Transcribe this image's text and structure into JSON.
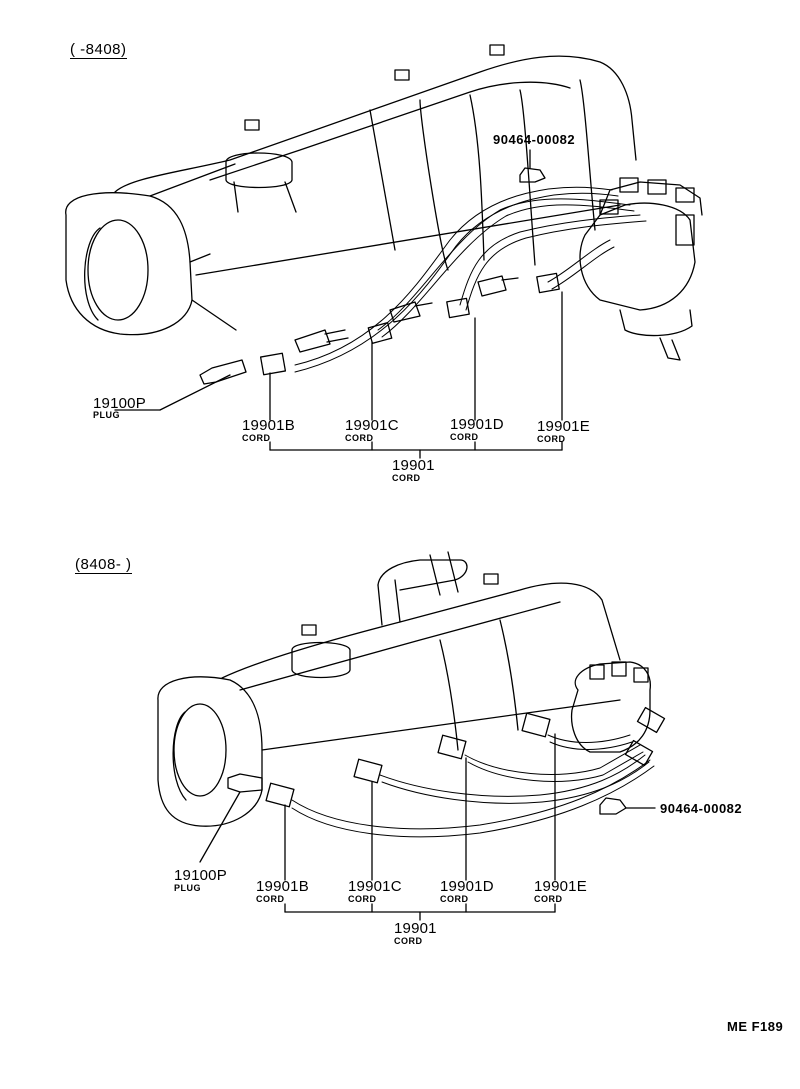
{
  "top": {
    "range_label": "(        -8408)",
    "clamp_part": "90464-00082",
    "plug_part": "19100P",
    "plug_desc": "PLUG",
    "cords": [
      {
        "part": "19901B",
        "desc": "CORD"
      },
      {
        "part": "19901C",
        "desc": "CORD"
      },
      {
        "part": "19901D",
        "desc": "CORD"
      },
      {
        "part": "19901E",
        "desc": "CORD"
      }
    ],
    "set_part": "19901",
    "set_desc": "CORD"
  },
  "bottom": {
    "range_label": "(8408-        )",
    "clamp_part": "90464-00082",
    "plug_part": "19100P",
    "plug_desc": "PLUG",
    "cords": [
      {
        "part": "19901B",
        "desc": "CORD"
      },
      {
        "part": "19901C",
        "desc": "CORD"
      },
      {
        "part": "19901D",
        "desc": "CORD"
      },
      {
        "part": "19901E",
        "desc": "CORD"
      }
    ],
    "set_part": "19901",
    "set_desc": "CORD"
  },
  "figure_ref": "ME F189"
}
